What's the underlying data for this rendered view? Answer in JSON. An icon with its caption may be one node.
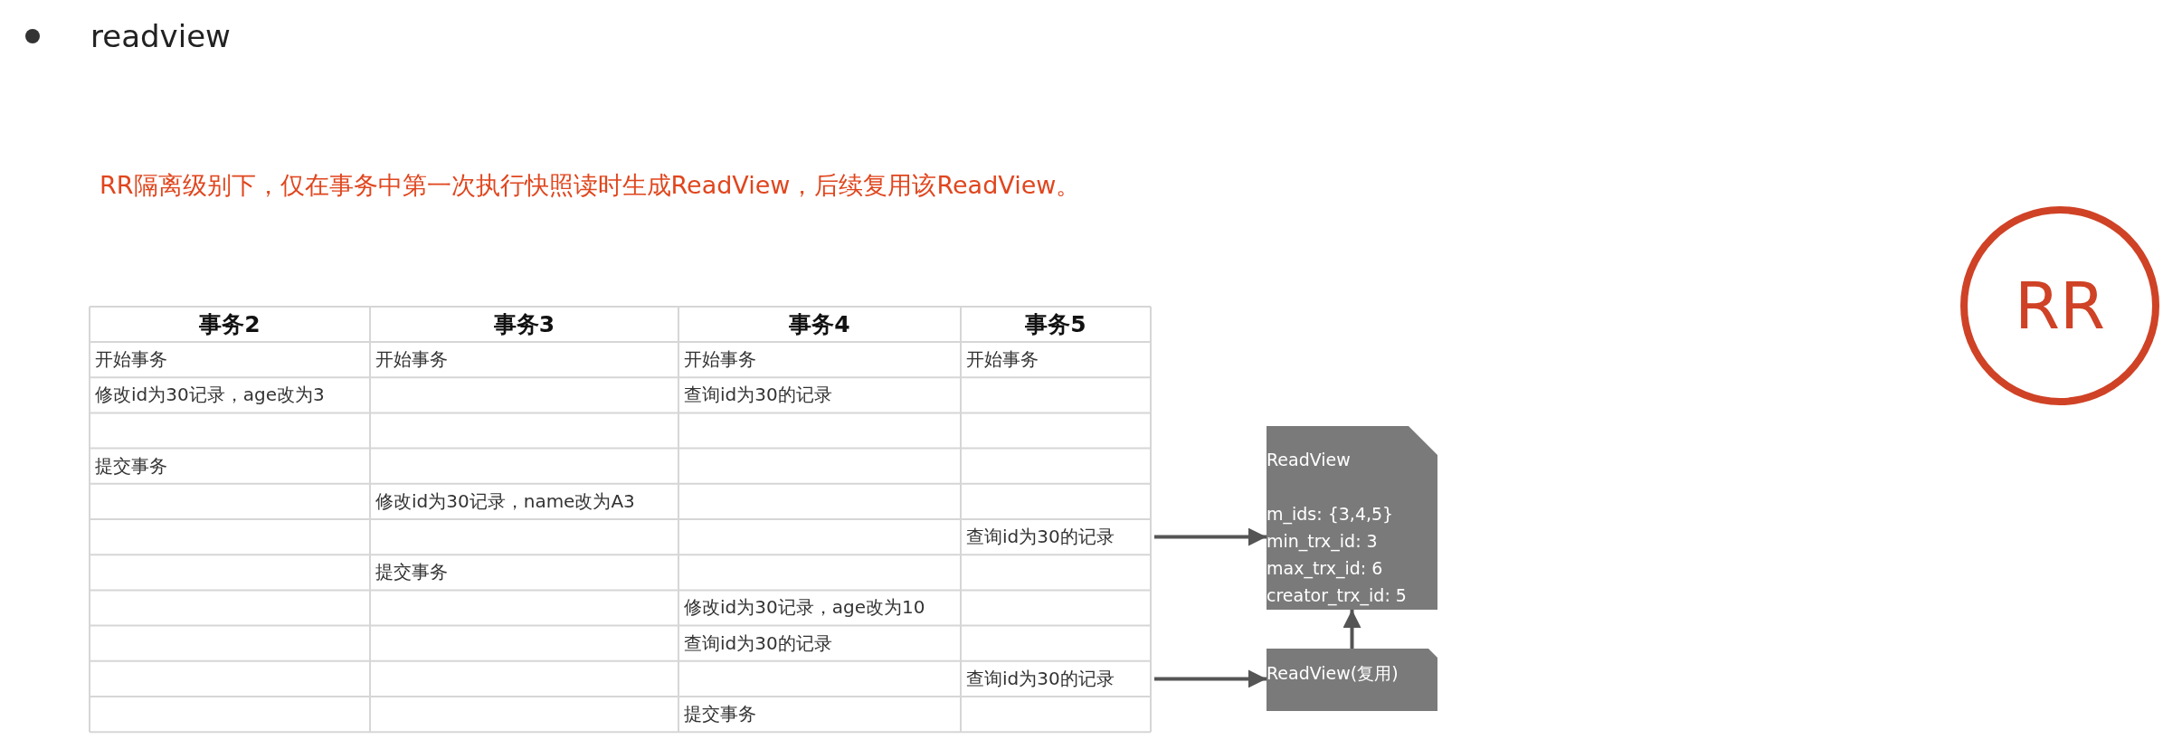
{
  "diagram": {
    "nodes": [
      {
        "text": [
          "ReadView",
          "m_ids: {3,4,5}",
          "min_trx_id: 3",
          "max_trx_id: 6",
          "creator_trx_id: 5"
        ]
      },
      {
        "text": [
          "ReadView(复用)"
        ]
      },
      {
        "text": [
          "查询id为30的记录"
        ]
      },
      {
        "text": [
          "查询id为30的记录"
        ]
      }
    ],
    "edges": [
      {
        "from": 2,
        "to": 0,
        "arrow": "to"
      },
      {
        "from": 3,
        "to": 1,
        "arrow": "to"
      },
      {
        "from": 1,
        "to": 0,
        "arrow": "to"
      }
    ],
    "labels": [
      "readview",
      "RR隔离级别下，仅在事务中第一次执行快照读时生成ReadView，后续复用该ReadView。",
      "RR",
      "事务2",
      "事务3",
      "事务4",
      "事务5",
      "开始事务",
      "开始事务",
      "开始事务",
      "开始事务",
      "修改id为30记录，age改为3",
      "查询id为30的记录",
      "提交事务",
      "修改id为30记录，name改为A3",
      "提交事务",
      "修改id为30记录，age改为10",
      "查询id为30的记录",
      "提交事务"
    ]
  }
}
